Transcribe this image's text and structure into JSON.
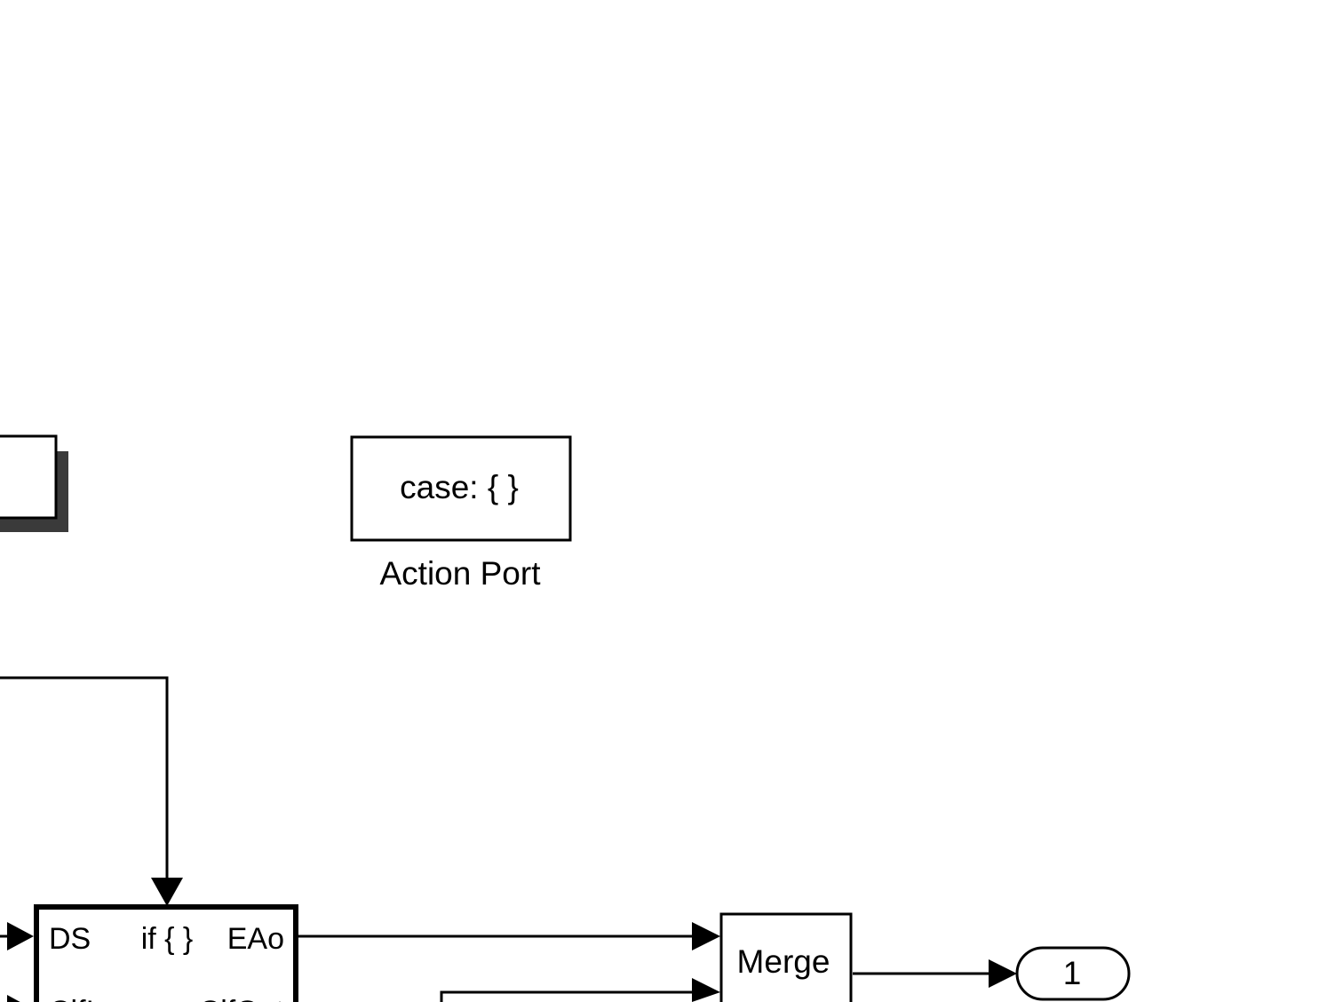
{
  "diagram": {
    "colors": {
      "stroke": "#000000",
      "background": "#ffffff",
      "shadow": "#3a3a3a"
    },
    "action_port_block": {
      "text": "case: { }",
      "label": "Action Port"
    },
    "if_block": {
      "left_port_1": "DS",
      "title": "if { }",
      "right_port_1": "EAo",
      "left_port_2": "ClfIn",
      "right_port_2": "ClfOut"
    },
    "merge_block": {
      "label": "Merge"
    },
    "outport": {
      "number": "1"
    }
  }
}
